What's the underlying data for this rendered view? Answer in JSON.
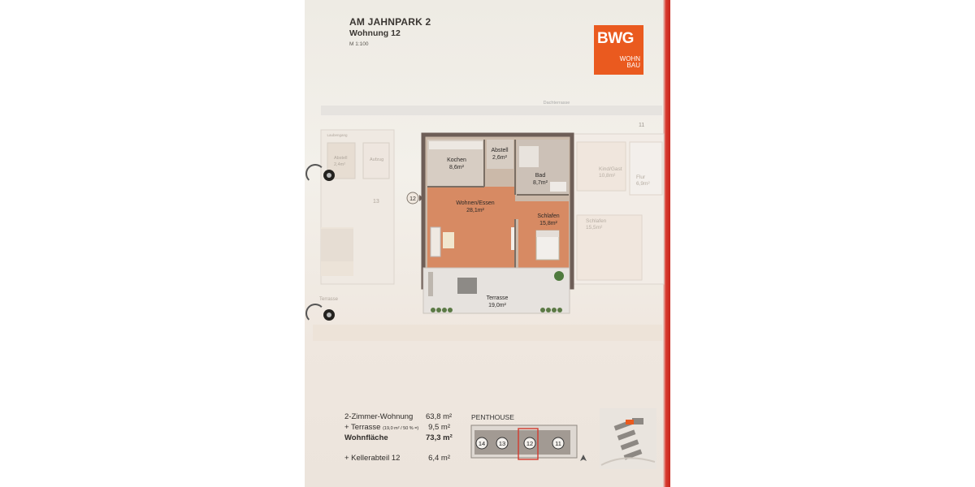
{
  "header": {
    "title": "AM JAHNPARK 2",
    "subtitle": "Wohnung 12",
    "scale": "M 1:100"
  },
  "logo": {
    "brand": "BWG",
    "line1": "WOHN",
    "line2": "BAU",
    "color": "#ea5a1f"
  },
  "plan": {
    "top_note": "Dachterrasse",
    "stair_label": "Laubengang",
    "neighbor_units": [
      "11",
      "13"
    ],
    "unit_badge": "12",
    "rooms": [
      {
        "name": "Kochen",
        "area": "8,6m²"
      },
      {
        "name": "Abstell",
        "area": "2,6m²"
      },
      {
        "name": "Bad",
        "area": "8,7m²"
      },
      {
        "name": "Wohnen/Essen",
        "area": "28,1m²"
      },
      {
        "name": "Schlafen",
        "area": "15,8m²"
      },
      {
        "name": "Terrasse",
        "area": "19,0m²"
      }
    ],
    "neighbor_rooms": [
      {
        "name": "Abstell",
        "area": "2,4m²"
      },
      {
        "name": "Aufzug",
        "area": ""
      },
      {
        "name": "Kind/Gast",
        "area": "10,8m²"
      },
      {
        "name": "Flur",
        "area": "6,9m²"
      },
      {
        "name": "Schlafen",
        "area": "15,5m²"
      },
      {
        "name": "Terrasse",
        "area": ""
      }
    ]
  },
  "summary": {
    "type_label": "2-Zimmer-Wohnung",
    "type_value": "63,8 m²",
    "terrace_label": "+ Terrasse",
    "terrace_note": "(19,0 m² / 50 % =)",
    "terrace_value": "9,5 m²",
    "total_label": "Wohnfläche",
    "total_value": "73,3 m²",
    "cellar_label": "+ Kellerabteil 12",
    "cellar_value": "6,4 m²"
  },
  "keyplan": {
    "label": "PENTHOUSE",
    "units": [
      "14",
      "13",
      "12",
      "11"
    ],
    "highlight": "12"
  }
}
